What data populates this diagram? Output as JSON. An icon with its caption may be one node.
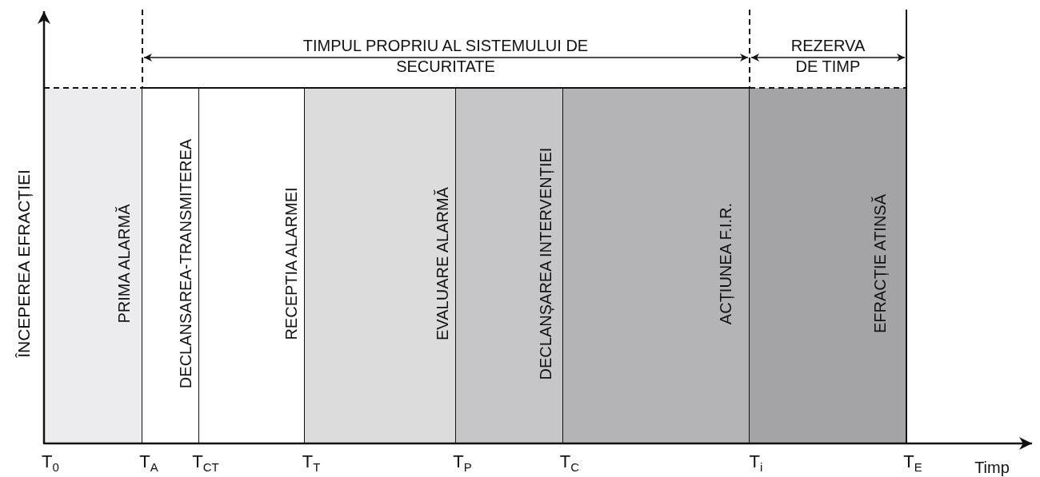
{
  "diagram": {
    "nodes": [
      {
        "text": [
          "PRIMA ALARMĂ"
        ]
      },
      {
        "text": [
          "DECLANSAREA-TRANSMITEREA"
        ]
      },
      {
        "text": [
          "RECEPTIA ALARMEI"
        ]
      },
      {
        "text": [
          "EVALUARE  ALARMĂ"
        ]
      },
      {
        "text": [
          "DECLANȘAREA  INTERVENȚIEI"
        ]
      },
      {
        "text": [
          "ACȚIUNEA F.I.R."
        ]
      },
      {
        "text": [
          "EFRACȚIE ATINSĂ"
        ]
      }
    ],
    "labels": [
      "ÎNCEPEREA EFRACȚIEI",
      "TIMPUL PROPRIU AL SISTEMULUI DE SECURITATE",
      "REZERVA DE TIMP",
      "T$_{0}$",
      "T$_{A}$",
      "T$_{CT}$",
      "T$_{T}$",
      "T$_{P}$",
      "T$_{C}$",
      "T$_{i}$",
      "T$_{E}$",
      "Timp"
    ]
  }
}
